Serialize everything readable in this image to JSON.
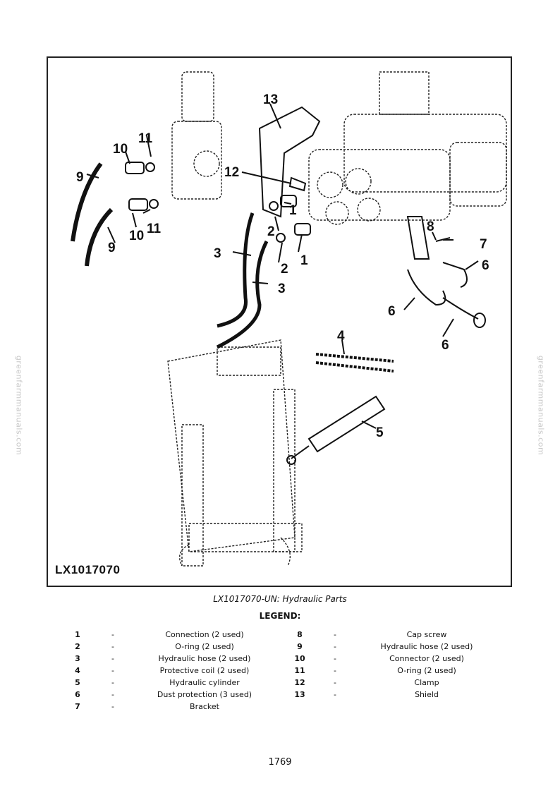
{
  "figure": {
    "id_label": "LX1017070",
    "caption": "LX1017070-UN: Hydraulic Parts",
    "callouts": [
      "13",
      "11",
      "10",
      "9",
      "12",
      "11",
      "10",
      "9",
      "1",
      "2",
      "8",
      "7",
      "3",
      "1",
      "2",
      "6",
      "3",
      "6",
      "6",
      "4",
      "5"
    ]
  },
  "legend": {
    "title": "LEGEND:",
    "dash": "-",
    "left": [
      {
        "num": "1",
        "desc": "Connection (2 used)"
      },
      {
        "num": "2",
        "desc": "O-ring (2 used)"
      },
      {
        "num": "3",
        "desc": "Hydraulic hose (2 used)"
      },
      {
        "num": "4",
        "desc": "Protective coil (2 used)"
      },
      {
        "num": "5",
        "desc": "Hydraulic cylinder"
      },
      {
        "num": "6",
        "desc": "Dust protection (3 used)"
      },
      {
        "num": "7",
        "desc": "Bracket"
      }
    ],
    "right": [
      {
        "num": "8",
        "desc": "Cap screw"
      },
      {
        "num": "9",
        "desc": "Hydraulic hose (2 used)"
      },
      {
        "num": "10",
        "desc": "Connector (2 used)"
      },
      {
        "num": "11",
        "desc": "O-ring (2 used)"
      },
      {
        "num": "12",
        "desc": "Clamp"
      },
      {
        "num": "13",
        "desc": "Shield"
      }
    ]
  },
  "watermark": "greenfarmmanuals.com",
  "page_number": "1769"
}
